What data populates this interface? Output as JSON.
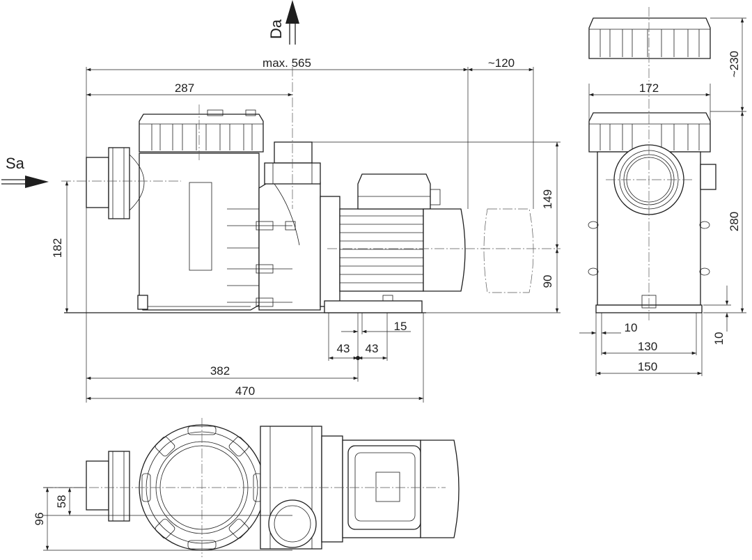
{
  "labels": {
    "suction": "Sa",
    "discharge": "Da"
  },
  "dimensions": {
    "max_length": "max. 565",
    "motor_clearance": "~120",
    "inlet_offset": "287",
    "top_clearance": "~230",
    "housing_width": "172",
    "height_axis": "149",
    "axis_height": "90",
    "inlet_height": "182",
    "total_height": "280",
    "foot_hole": "15",
    "foot_left": "43",
    "foot_right": "43",
    "foot_spacing": "382",
    "overall_length": "470",
    "base_slot": "10",
    "base_inner": "130",
    "base_outer": "150",
    "base_height": "10",
    "plan_offset_small": "58",
    "plan_offset_large": "96"
  }
}
